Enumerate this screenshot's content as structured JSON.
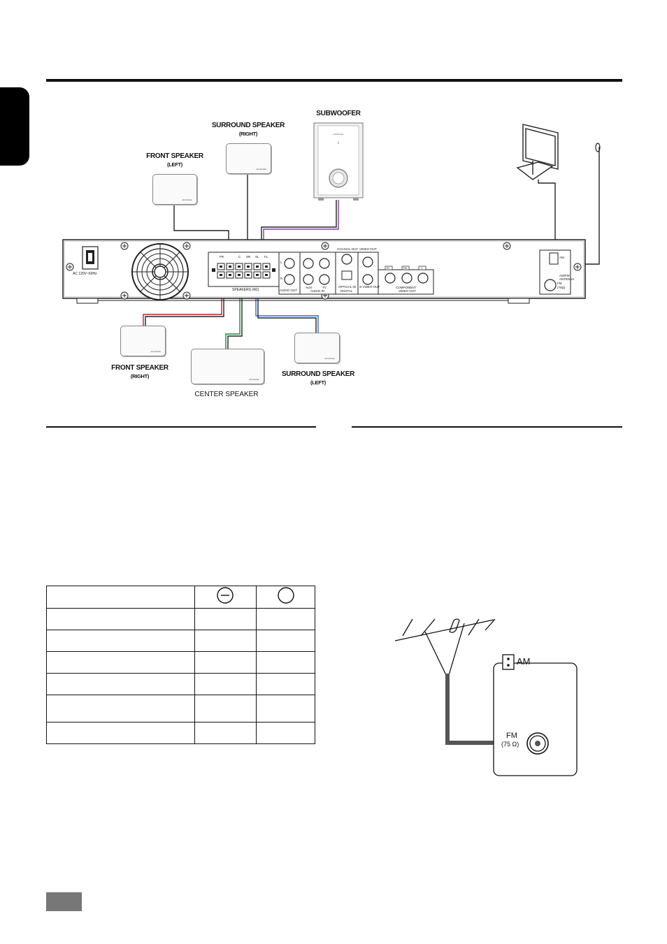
{
  "labels": {
    "subwoofer": "SUBWOOFER",
    "surround_right": {
      "main": "SURROUND SPEAKER",
      "sub": "(RIGHT)"
    },
    "front_left": {
      "main": "FRONT SPEAKER",
      "sub": "(LEFT)"
    },
    "front_right": {
      "main": "FRONT SPEAKER",
      "sub": "(RIGHT)"
    },
    "center": "CENTER SPEAKER",
    "surround_left": {
      "main": "SURROUND SPEAKER",
      "sub": "(LEFT)"
    }
  },
  "panel": {
    "ac_label": "AC 120V~60Hz",
    "speakers_label": "SPEAKERS (4Ω)",
    "sp_ch": [
      "FR",
      "C",
      "SR",
      "SL",
      "FL"
    ],
    "aux_label": "AUX",
    "tv_label": "TV",
    "audio_out": "AUDIO OUT",
    "audio_in": "AUDIO IN",
    "coaxial_out": "COAXIAL OUT",
    "optical_in": "OPTICAL IN",
    "digital": "DIGITAL",
    "video_out": "VIDEO OUT",
    "svideo_out": "S-VIDEO OUT",
    "component": "COMPONENT",
    "component_video_out": "VIDEO OUT",
    "pr": "Pr",
    "pb": "Pb",
    "y": "Y",
    "l": "L",
    "r": "R",
    "am": "AM",
    "amfm_antenna": "AM/FM ANTENNA",
    "fm_small": "FM",
    "fm_ohm": "(75Ω)"
  },
  "antenna_detail": {
    "am": "AM",
    "fm": "FM",
    "fm_ohm": "(75 Ω)"
  },
  "polarity_table": {
    "header_minus": "−",
    "rows": 6
  },
  "colors": {
    "wire_red": "#d11a1a",
    "wire_green": "#1a8a3a",
    "wire_blue": "#2a6ad1",
    "wire_purple": "#8a3aa8",
    "tab": "#000000",
    "page_box": "#777777"
  }
}
